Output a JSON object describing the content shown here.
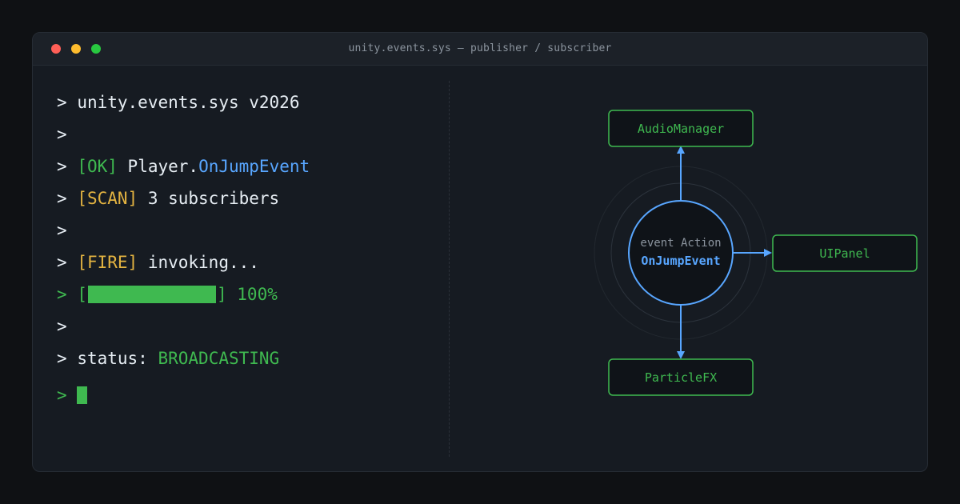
{
  "window": {
    "title": "unity.events.sys — publisher / subscriber"
  },
  "terminal": {
    "prompt": ">",
    "line1": "unity.events.sys v2026",
    "line3_tag": "[OK]",
    "line3_object": "Player.",
    "line3_event": "OnJumpEvent",
    "line4_tag": "[SCAN]",
    "line4_text": "3 subscribers",
    "line6_tag": "[FIRE]",
    "line6_text": "invoking...",
    "progress_open": "[",
    "progress_close": "]",
    "progress_label": "100%",
    "progress_value": 1.0,
    "status_label": "status:",
    "status_value": "BROADCASTING"
  },
  "diagram": {
    "hub_caption": "event Action",
    "hub_name": "OnJumpEvent",
    "subscribers": {
      "top": "AudioManager",
      "right": "UIPanel",
      "bottom": "ParticleFX"
    }
  },
  "colors": {
    "accent_green": "#3fb950",
    "accent_blue": "#58a6ff",
    "accent_yellow": "#e3b341",
    "background": "#161b22"
  }
}
